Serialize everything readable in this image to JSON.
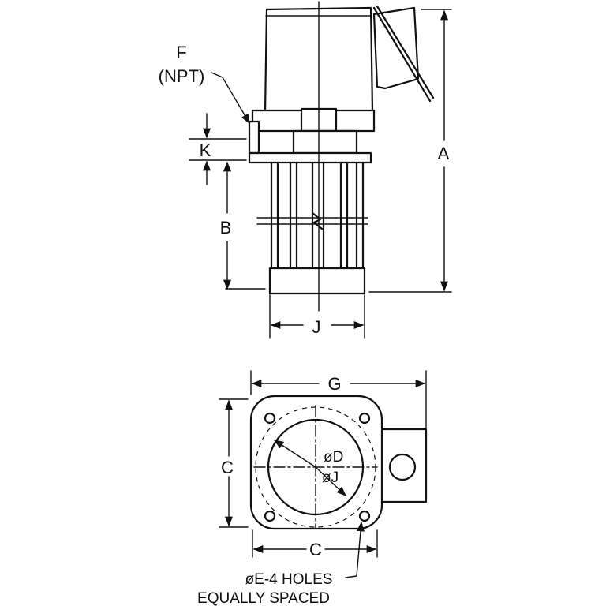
{
  "labels": {
    "f": "F",
    "npt": "(NPT)",
    "k": "K",
    "a": "A",
    "b": "B",
    "j_side": "J",
    "g": "G",
    "c_left": "C",
    "c_bottom": "C",
    "phi_d": "øD",
    "phi_j": "øJ",
    "holes_line1": "øE-4 HOLES",
    "holes_line2": "EQUALLY SPACED"
  },
  "colors": {
    "line": "#111111",
    "background": "#ffffff"
  }
}
